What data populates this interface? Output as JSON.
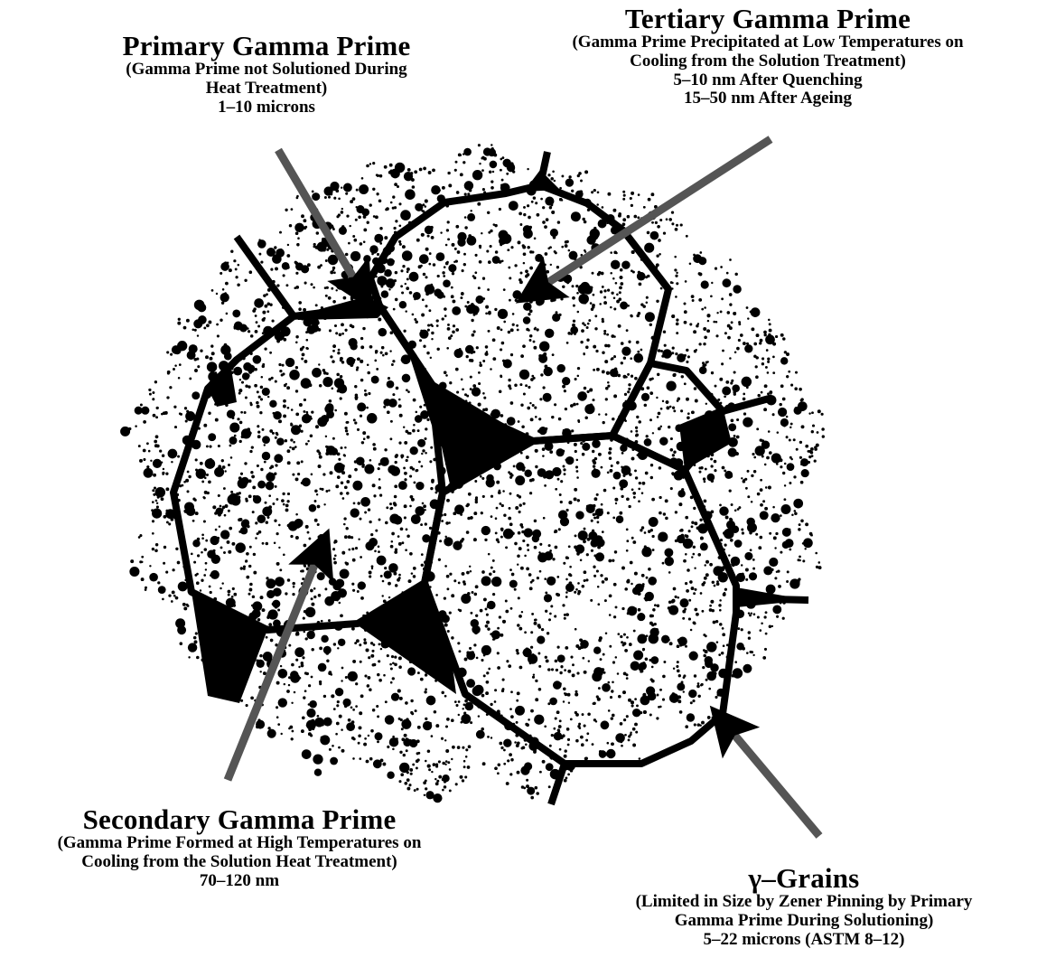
{
  "labels": {
    "primary": {
      "title": "Primary Gamma Prime",
      "lines": [
        "(Gamma Prime not Solutioned During",
        "Heat Treatment)",
        "1–10 microns"
      ]
    },
    "tertiary": {
      "title": "Tertiary Gamma Prime",
      "lines": [
        "(Gamma Prime Precipitated at Low Temperatures on",
        "Cooling from the Solution Treatment)",
        "5–10 nm After Quenching",
        "15–50 nm After Ageing"
      ]
    },
    "secondary": {
      "title": "Secondary Gamma Prime",
      "lines": [
        "(Gamma Prime Formed at High Temperatures on",
        "Cooling from the Solution Heat Treatment)",
        "70–120 nm"
      ]
    },
    "gamma": {
      "title": "γ–Grains",
      "lines": [
        "(Limited in Size by Zener Pinning by Primary",
        "Gamma Prime During Solutioning)",
        "5–22 microns (ASTM 8–12)"
      ]
    }
  }
}
